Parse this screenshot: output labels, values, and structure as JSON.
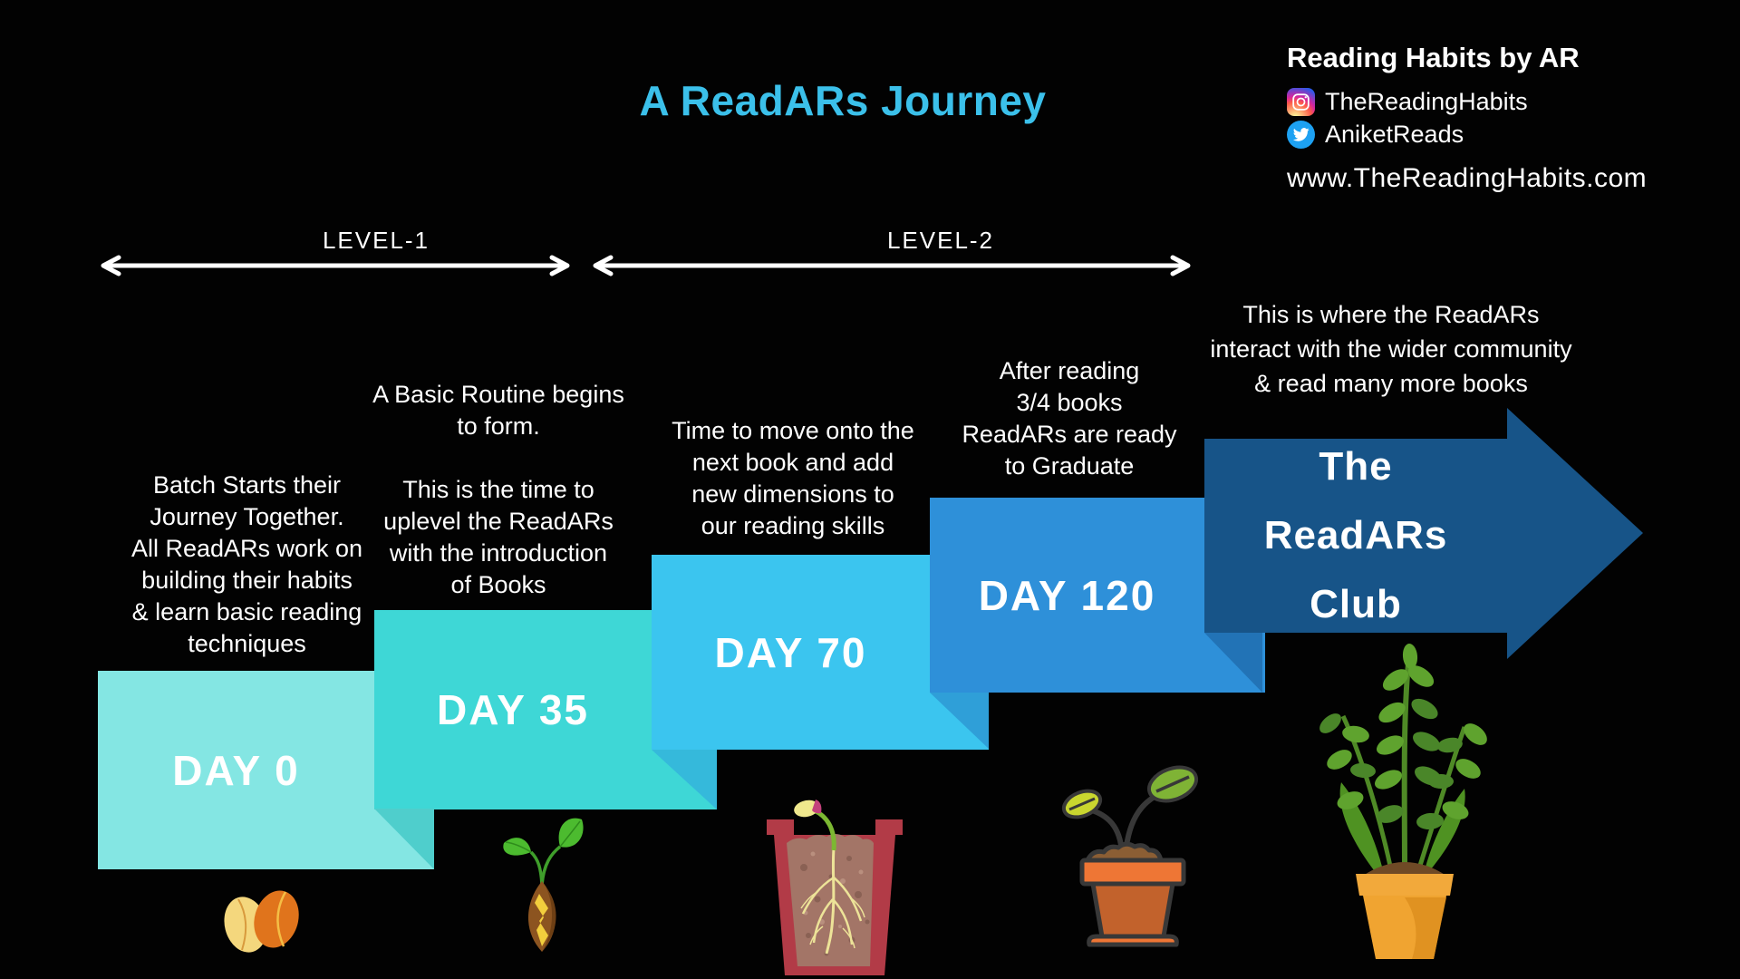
{
  "title": {
    "text": "A ReadARs Journey",
    "color": "#3BC0EA"
  },
  "header": {
    "brand": "Reading Habits by AR",
    "instagram_handle": "TheReadingHabits",
    "twitter_handle": "AniketReads",
    "website": "www.TheReadingHabits.com",
    "twitter_color": "#1DA1F2"
  },
  "levels": [
    {
      "label": "LEVEL-1"
    },
    {
      "label": "LEVEL-2"
    }
  ],
  "steps": [
    {
      "day": "DAY 0",
      "description": "Batch Starts their\nJourney Together.\nAll ReadARs work on\nbuilding their habits\n& learn basic reading\ntechniques",
      "color": "#84E6E3",
      "icon": "two-seeds"
    },
    {
      "day": "DAY 35",
      "description": "A Basic Routine begins\nto form.\n\nThis is the time to\nuplevel the ReadARs\nwith the introduction\nof Books",
      "color": "#3ED7D6",
      "icon": "sprouting-seed"
    },
    {
      "day": "DAY 70",
      "description": "Time to move onto the\nnext book and add\nnew dimensions to\nour reading skills",
      "color": "#3BC5EF",
      "icon": "pot-with-roots"
    },
    {
      "day": "DAY 120",
      "description": "After reading\n3/4 books\nReadARs are ready\nto Graduate",
      "color": "#2E90D9",
      "icon": "potted-seedling"
    }
  ],
  "club": {
    "label": "The\nReadARs\nClub",
    "description": "This is where the ReadARs\ninteract with the wider community\n& read many more books",
    "color": "#175488",
    "icon": "mature-plant"
  },
  "fold_shadows": [
    "#4FCECC",
    "#35B9DB",
    "#2F9FD8",
    "#2273B6"
  ]
}
